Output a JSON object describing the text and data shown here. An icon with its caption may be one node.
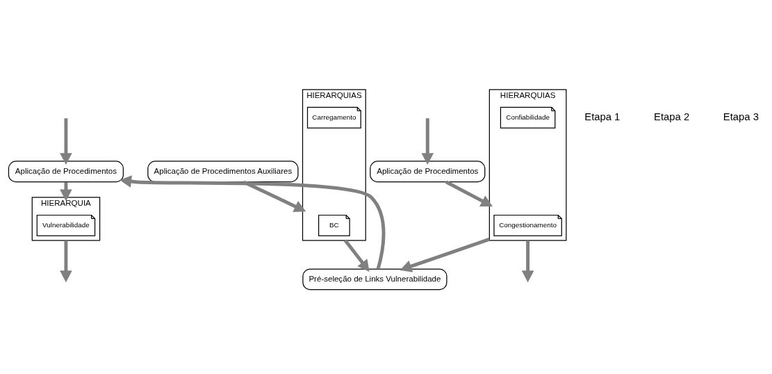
{
  "diagram": {
    "nodes": [
      {
        "text": [
          "Aplicação de Procedimentos"
        ]
      },
      {
        "text": [
          "HIERARQUIAS"
        ]
      },
      {
        "text": [
          "Congestionamento"
        ],
        "in": 1
      },
      {
        "text": [
          "Confiabilidade"
        ],
        "in": 1
      },
      {
        "text": [
          "Aplicação de Procedimentos Auxiliares"
        ]
      },
      {
        "text": [
          "HIERARQUIAS"
        ]
      },
      {
        "text": [
          "BC"
        ],
        "in": 5
      },
      {
        "text": [
          "Carregamento"
        ],
        "in": 5
      },
      {
        "text": [
          "Aplicação de Procedimentos"
        ]
      },
      {
        "text": [
          "HIERARQUIA"
        ]
      },
      {
        "text": [
          "Vulnerabilidade"
        ],
        "in": 9
      },
      {
        "text": [
          "Pré-seleção de Links Vulnerabilidade"
        ]
      }
    ],
    "edges": [
      {
        "from": null,
        "to": 0,
        "arrow": "to"
      },
      {
        "from": 0,
        "to": 1,
        "arrow": "to"
      },
      {
        "from": 4,
        "to": 5,
        "arrow": "to"
      },
      {
        "from": 1,
        "to": 11,
        "arrow": "to"
      },
      {
        "from": 5,
        "to": 11,
        "arrow": "to"
      },
      {
        "from": 11,
        "to": 8,
        "arrow": "to"
      },
      {
        "from": null,
        "to": 8,
        "arrow": "to"
      },
      {
        "from": 8,
        "to": 9,
        "arrow": "to"
      },
      {
        "from": 1,
        "to": null,
        "arrow": "to"
      },
      {
        "from": 9,
        "to": null,
        "arrow": "to"
      }
    ],
    "labels": [
      "Etapa 1",
      "Etapa 2",
      "Etapa 3"
    ]
  }
}
